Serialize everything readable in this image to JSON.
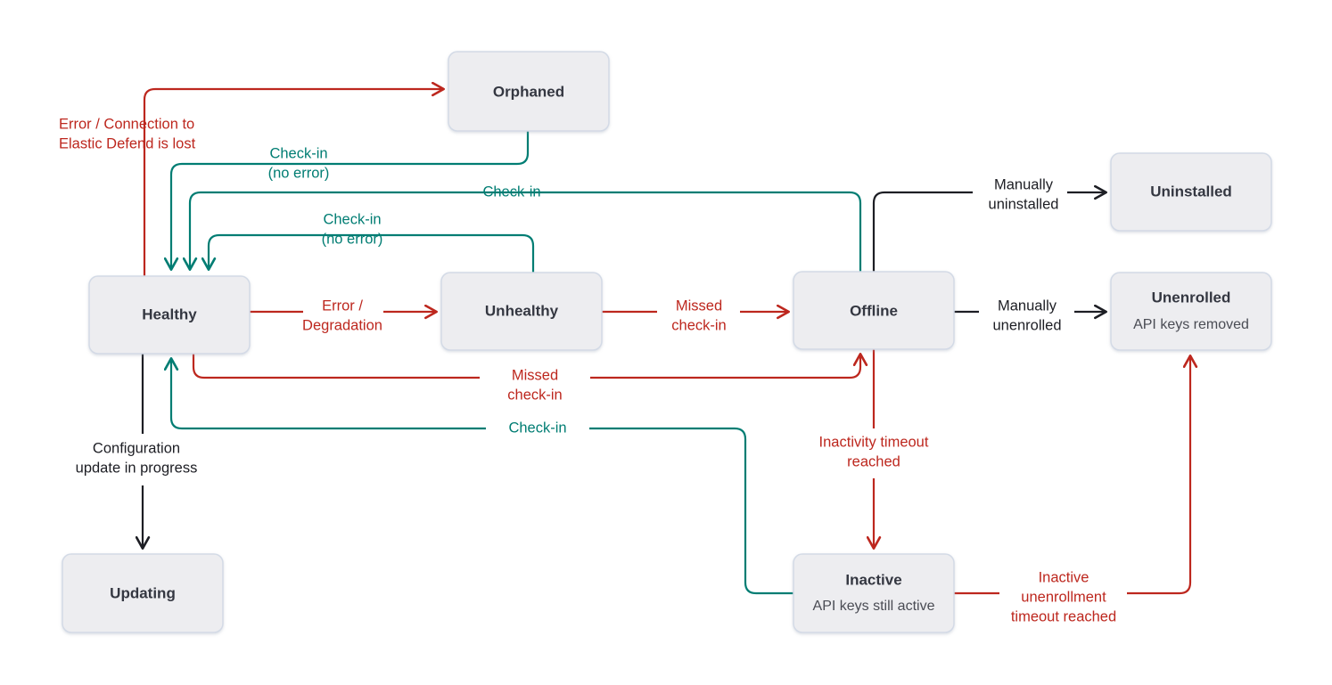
{
  "diagram": {
    "title": "Elastic Agent status state diagram",
    "colors": {
      "red": "#BD271E",
      "teal": "#017D73",
      "black": "#1D1E24",
      "node_fill": "#EDEDF0",
      "node_border": "#D3DAE6",
      "node_text": "#343741",
      "background": "#FFFFFF"
    },
    "nodes": [
      {
        "id": "orphaned",
        "title": "Orphaned",
        "subtitle": ""
      },
      {
        "id": "healthy",
        "title": "Healthy",
        "subtitle": ""
      },
      {
        "id": "unhealthy",
        "title": "Unhealthy",
        "subtitle": ""
      },
      {
        "id": "offline",
        "title": "Offline",
        "subtitle": ""
      },
      {
        "id": "uninstalled",
        "title": "Uninstalled",
        "subtitle": ""
      },
      {
        "id": "unenrolled",
        "title": "Unenrolled",
        "subtitle": "API keys removed"
      },
      {
        "id": "updating",
        "title": "Updating",
        "subtitle": ""
      },
      {
        "id": "inactive",
        "title": "Inactive",
        "subtitle": "API keys still active"
      }
    ],
    "edges": [
      {
        "id": "healthy-to-orphaned",
        "from": "healthy",
        "to": "orphaned",
        "color": "red",
        "label_line1": "Error / Connection to",
        "label_line2": "Elastic Defend is lost"
      },
      {
        "id": "orphaned-to-healthy",
        "from": "orphaned",
        "to": "healthy",
        "color": "teal",
        "label_line1": "Check-in",
        "label_line2": "(no error)"
      },
      {
        "id": "offline-to-healthy",
        "from": "offline",
        "to": "healthy",
        "color": "teal",
        "label_line1": "Check-in",
        "label_line2": ""
      },
      {
        "id": "unhealthy-to-healthy",
        "from": "unhealthy",
        "to": "healthy",
        "color": "teal",
        "label_line1": "Check-in",
        "label_line2": "(no error)"
      },
      {
        "id": "healthy-to-unhealthy",
        "from": "healthy",
        "to": "unhealthy",
        "color": "red",
        "label_line1": "Error /",
        "label_line2": "Degradation"
      },
      {
        "id": "unhealthy-to-offline",
        "from": "unhealthy",
        "to": "offline",
        "color": "red",
        "label_line1": "Missed",
        "label_line2": "check-in"
      },
      {
        "id": "healthy-to-offline",
        "from": "healthy",
        "to": "offline",
        "color": "red",
        "label_line1": "Missed",
        "label_line2": "check-in"
      },
      {
        "id": "offline-to-uninstalled",
        "from": "offline",
        "to": "uninstalled",
        "color": "black",
        "label_line1": "Manually",
        "label_line2": "uninstalled"
      },
      {
        "id": "offline-to-unenrolled",
        "from": "offline",
        "to": "unenrolled",
        "color": "black",
        "label_line1": "Manually",
        "label_line2": "unenrolled"
      },
      {
        "id": "healthy-to-updating",
        "from": "healthy",
        "to": "updating",
        "color": "black",
        "label_line1": "Configuration",
        "label_line2": "update in progress"
      },
      {
        "id": "offline-to-inactive",
        "from": "offline",
        "to": "inactive",
        "color": "red",
        "label_line1": "Inactivity timeout",
        "label_line2": "reached"
      },
      {
        "id": "inactive-to-healthy",
        "from": "inactive",
        "to": "healthy",
        "color": "teal",
        "label_line1": "Check-in",
        "label_line2": ""
      },
      {
        "id": "inactive-to-unenrolled",
        "from": "inactive",
        "to": "unenrolled",
        "color": "red",
        "label_line1": "Inactive",
        "label_line2": "unenrollment",
        "label_line3": "timeout reached"
      }
    ]
  }
}
